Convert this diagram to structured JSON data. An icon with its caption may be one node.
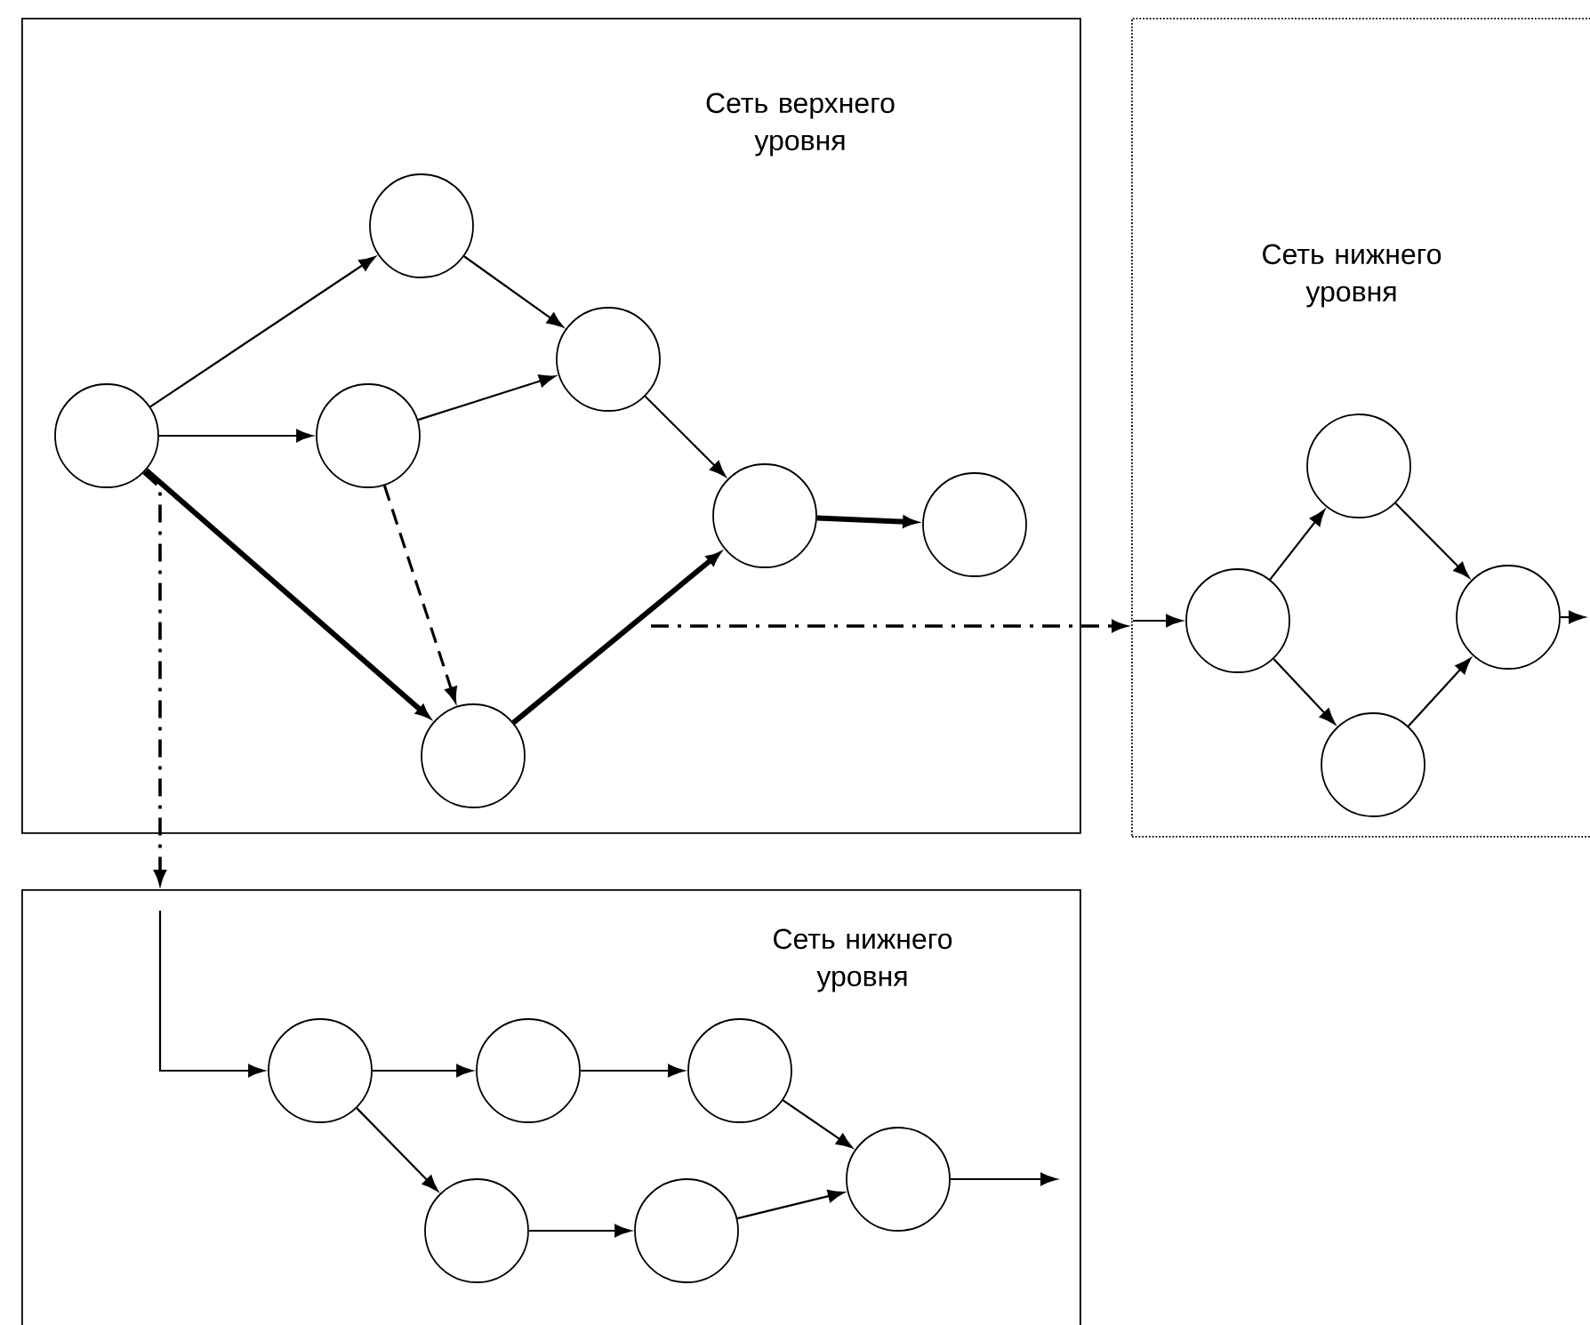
{
  "diagram": {
    "nodes": [
      {
        "text": [
          "Сеть верхнего уровня"
        ]
      },
      {
        "text": [
          "Сеть нижнего уровня"
        ]
      },
      {
        "text": [
          "Сеть нижнего уровня"
        ]
      },
      {
        "text": [],
        "shape": "circle",
        "in": 0
      },
      {
        "text": [],
        "shape": "circle",
        "in": 0
      },
      {
        "text": [],
        "shape": "circle",
        "in": 0
      },
      {
        "text": [],
        "shape": "circle",
        "in": 0
      },
      {
        "text": [],
        "shape": "circle",
        "in": 0
      },
      {
        "text": [],
        "shape": "circle",
        "in": 0
      },
      {
        "text": [],
        "shape": "circle",
        "in": 0
      },
      {
        "text": [],
        "shape": "circle",
        "in": 1
      },
      {
        "text": [],
        "shape": "circle",
        "in": 1
      },
      {
        "text": [],
        "shape": "circle",
        "in": 1
      },
      {
        "text": [],
        "shape": "circle",
        "in": 1
      },
      {
        "text": [],
        "shape": "circle",
        "in": 2
      },
      {
        "text": [],
        "shape": "circle",
        "in": 2
      },
      {
        "text": [],
        "shape": "circle",
        "in": 2
      },
      {
        "text": [],
        "shape": "circle",
        "in": 2
      },
      {
        "text": [],
        "shape": "circle",
        "in": 2
      },
      {
        "text": [],
        "shape": "circle",
        "in": 2
      }
    ],
    "edges": [
      {
        "from": 3,
        "to": 4,
        "arrow": "to"
      },
      {
        "from": 3,
        "to": 6,
        "arrow": "to"
      },
      {
        "from": 3,
        "to": 9,
        "arrow": "to",
        "style": "thick"
      },
      {
        "from": 4,
        "to": 5,
        "arrow": "to"
      },
      {
        "from": 6,
        "to": 5,
        "arrow": "to"
      },
      {
        "from": 6,
        "to": 9,
        "arrow": "to",
        "style": "dashed"
      },
      {
        "from": 5,
        "to": 7,
        "arrow": "to"
      },
      {
        "from": 9,
        "to": 7,
        "arrow": "to",
        "style": "thick"
      },
      {
        "from": 7,
        "to": 8,
        "arrow": "to",
        "style": "thick"
      },
      {
        "from": null,
        "to": 1,
        "arrow": "to",
        "style": "dashed"
      },
      {
        "from": null,
        "to": 10,
        "arrow": "to"
      },
      {
        "from": 3,
        "to": 2,
        "arrow": "to",
        "style": "dashed"
      },
      {
        "from": null,
        "to": 14,
        "arrow": "to"
      },
      {
        "from": 10,
        "to": 11,
        "arrow": "to"
      },
      {
        "from": 10,
        "to": 12,
        "arrow": "to"
      },
      {
        "from": 11,
        "to": 13,
        "arrow": "to"
      },
      {
        "from": 12,
        "to": 13,
        "arrow": "to"
      },
      {
        "from": 13,
        "to": null,
        "arrow": "to"
      },
      {
        "from": 14,
        "to": 15,
        "arrow": "to"
      },
      {
        "from": 15,
        "to": 16,
        "arrow": "to"
      },
      {
        "from": 16,
        "to": 17,
        "arrow": "to"
      },
      {
        "from": 14,
        "to": 18,
        "arrow": "to"
      },
      {
        "from": 18,
        "to": 19,
        "arrow": "to"
      },
      {
        "from": 19,
        "to": 17,
        "arrow": "to"
      },
      {
        "from": 17,
        "to": null,
        "arrow": "to"
      }
    ]
  }
}
